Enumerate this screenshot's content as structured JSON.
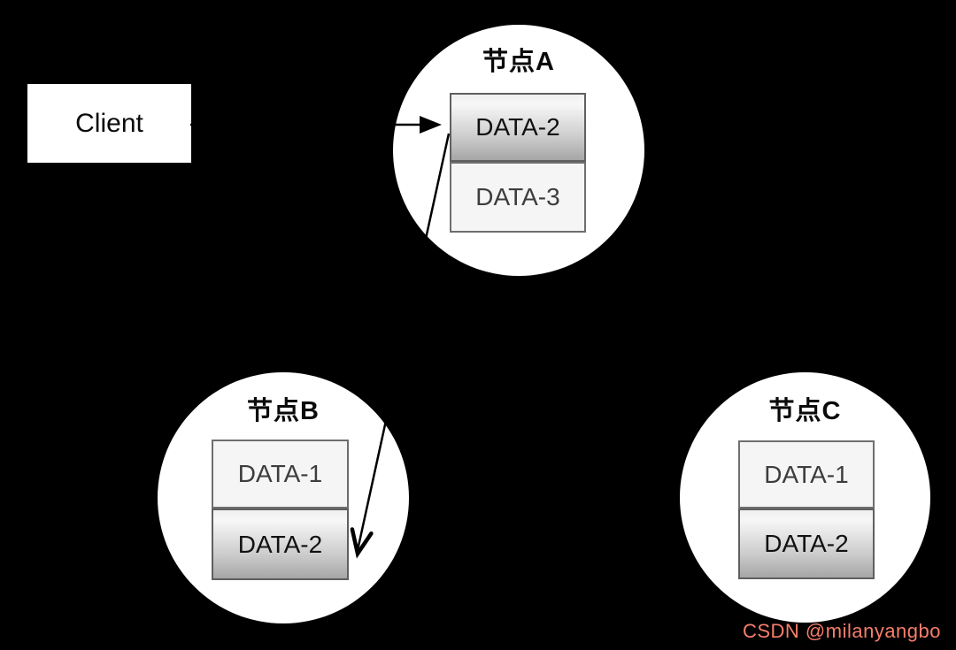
{
  "client": {
    "label": "Client"
  },
  "nodes": [
    {
      "id": "A",
      "title": "节点A",
      "blocks": [
        {
          "label": "DATA-2",
          "style": "gradient"
        },
        {
          "label": "DATA-3",
          "style": "flat"
        }
      ]
    },
    {
      "id": "B",
      "title": "节点B",
      "blocks": [
        {
          "label": "DATA-1",
          "style": "flat"
        },
        {
          "label": "DATA-2",
          "style": "gradient"
        }
      ]
    },
    {
      "id": "C",
      "title": "节点C",
      "blocks": [
        {
          "label": "DATA-1",
          "style": "flat"
        },
        {
          "label": "DATA-2",
          "style": "gradient"
        }
      ]
    }
  ],
  "arrows": [
    {
      "name": "client-to-node-a",
      "from": "Client",
      "to": "节点A DATA-2"
    },
    {
      "name": "node-a-to-node-b",
      "from": "节点A DATA-2",
      "to": "节点B DATA-2"
    }
  ],
  "watermark": {
    "text": "CSDN @milanyangbo"
  },
  "colors": {
    "background": "#000000",
    "node_fill": "#ffffff",
    "arrow": "#000000",
    "gradient_block_top": "#f7f7f7",
    "gradient_block_bottom": "#a6a6a6",
    "flat_block_fill": "#f5f5f5",
    "block_border": "#5f5f5f",
    "watermark": "#f77e6a"
  }
}
